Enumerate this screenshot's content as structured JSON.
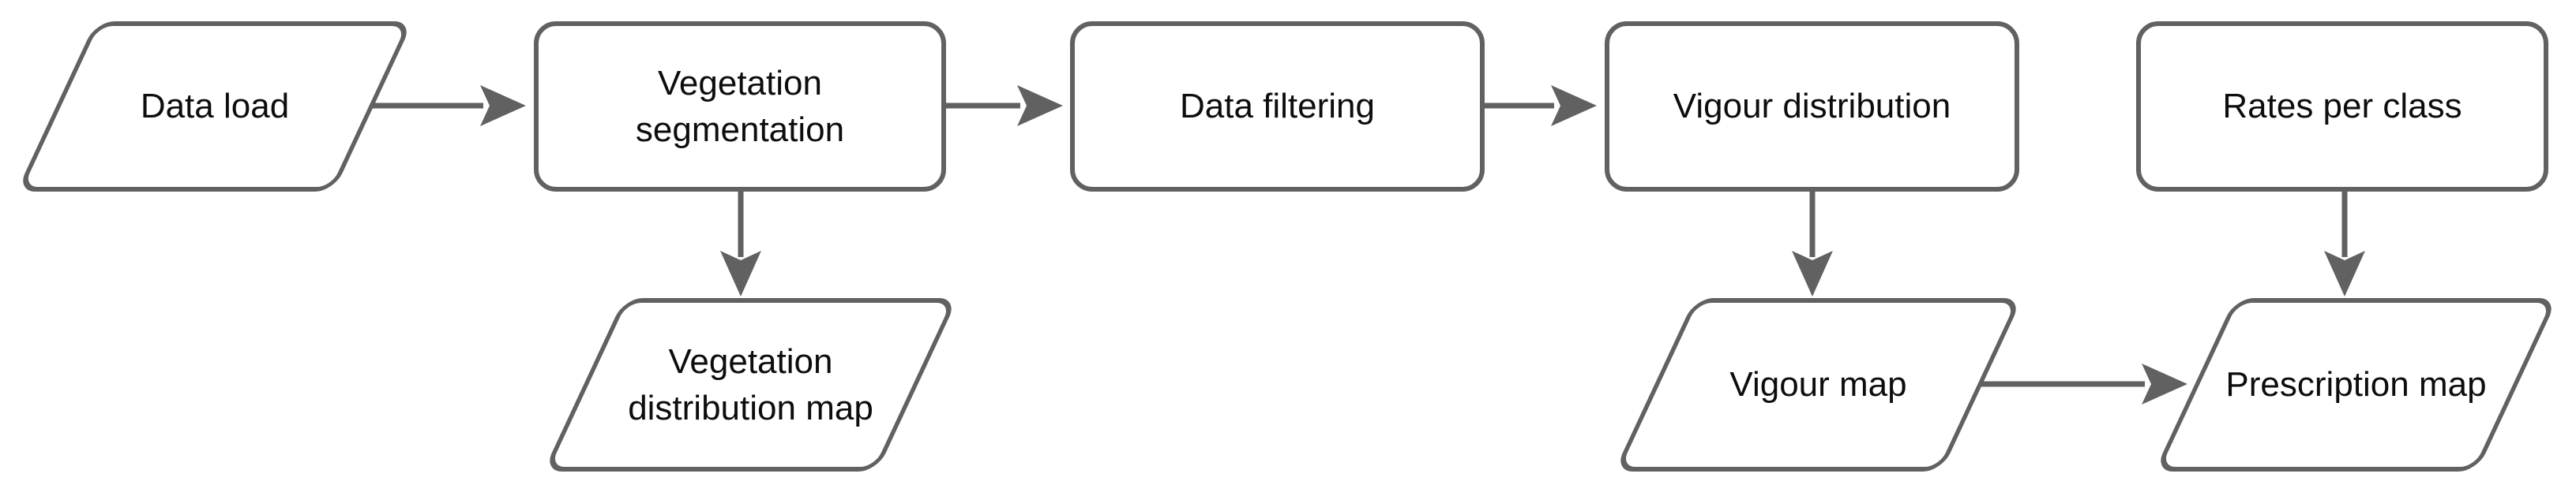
{
  "diagram": {
    "type": "flowchart",
    "background_color": "#ffffff",
    "stroke_color": "#616161",
    "text_color": "#0d0d0d",
    "nodes": [
      {
        "id": "data-load",
        "shape": "parallelogram",
        "label": "Data load"
      },
      {
        "id": "vegetation-segmentation",
        "shape": "process",
        "label": "Vegetation\nsegmentation"
      },
      {
        "id": "data-filtering",
        "shape": "process",
        "label": "Data filtering"
      },
      {
        "id": "vigour-distribution",
        "shape": "process",
        "label": "Vigour distribution"
      },
      {
        "id": "rates-per-class",
        "shape": "process",
        "label": "Rates per class"
      },
      {
        "id": "vegetation-distribution-map",
        "shape": "parallelogram",
        "label": "Vegetation\ndistribution map"
      },
      {
        "id": "vigour-map",
        "shape": "parallelogram",
        "label": "Vigour map"
      },
      {
        "id": "prescription-map",
        "shape": "parallelogram",
        "label": "Prescription map"
      }
    ],
    "edges": [
      {
        "from": "data-load",
        "to": "vegetation-segmentation",
        "direction": "right"
      },
      {
        "from": "vegetation-segmentation",
        "to": "data-filtering",
        "direction": "right"
      },
      {
        "from": "data-filtering",
        "to": "vigour-distribution",
        "direction": "right"
      },
      {
        "from": "vegetation-segmentation",
        "to": "vegetation-distribution-map",
        "direction": "down"
      },
      {
        "from": "vigour-distribution",
        "to": "vigour-map",
        "direction": "down"
      },
      {
        "from": "rates-per-class",
        "to": "prescription-map",
        "direction": "down"
      },
      {
        "from": "vigour-map",
        "to": "prescription-map",
        "direction": "right"
      }
    ]
  }
}
